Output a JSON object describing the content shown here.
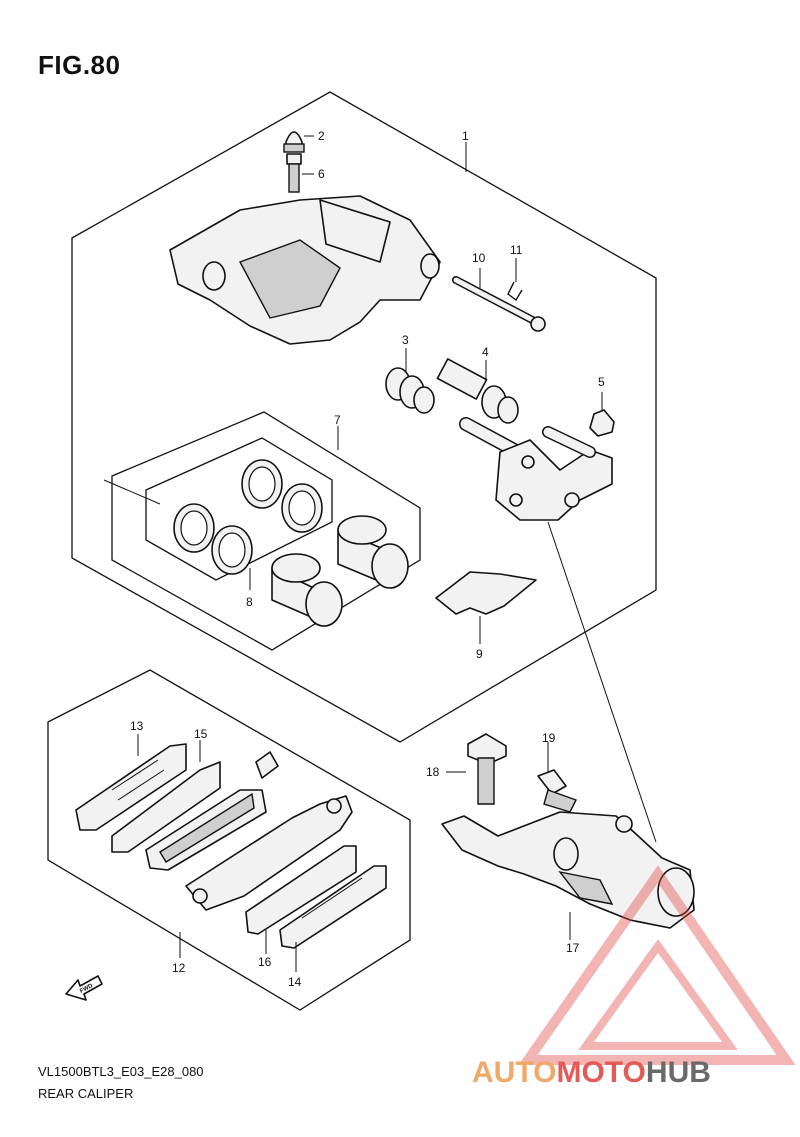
{
  "figure": {
    "title": "FIG.80"
  },
  "footer": {
    "model_code": "VL1500BTL3_E03_E28_080",
    "section_name": "REAR CALIPER"
  },
  "callouts": {
    "c1": "1",
    "c2": "2",
    "c3": "3",
    "c4": "4",
    "c5": "5",
    "c6": "6",
    "c7": "7",
    "c8": "8",
    "c9": "9",
    "c10": "10",
    "c11": "11",
    "c12": "12",
    "c13": "13",
    "c14": "14",
    "c15": "15",
    "c16": "16",
    "c17": "17",
    "c18": "18",
    "c19": "19"
  },
  "direction_marker": {
    "label": "FWD",
    "icon": "fwd-arrow-icon"
  },
  "watermark": {
    "parts": [
      "AUTO",
      "MOTO",
      "HUB"
    ],
    "colors": {
      "auto": "#f0a05a",
      "moto": "#e04a45",
      "hub": "#5a5a5a",
      "triangle": "#e04a45"
    }
  }
}
